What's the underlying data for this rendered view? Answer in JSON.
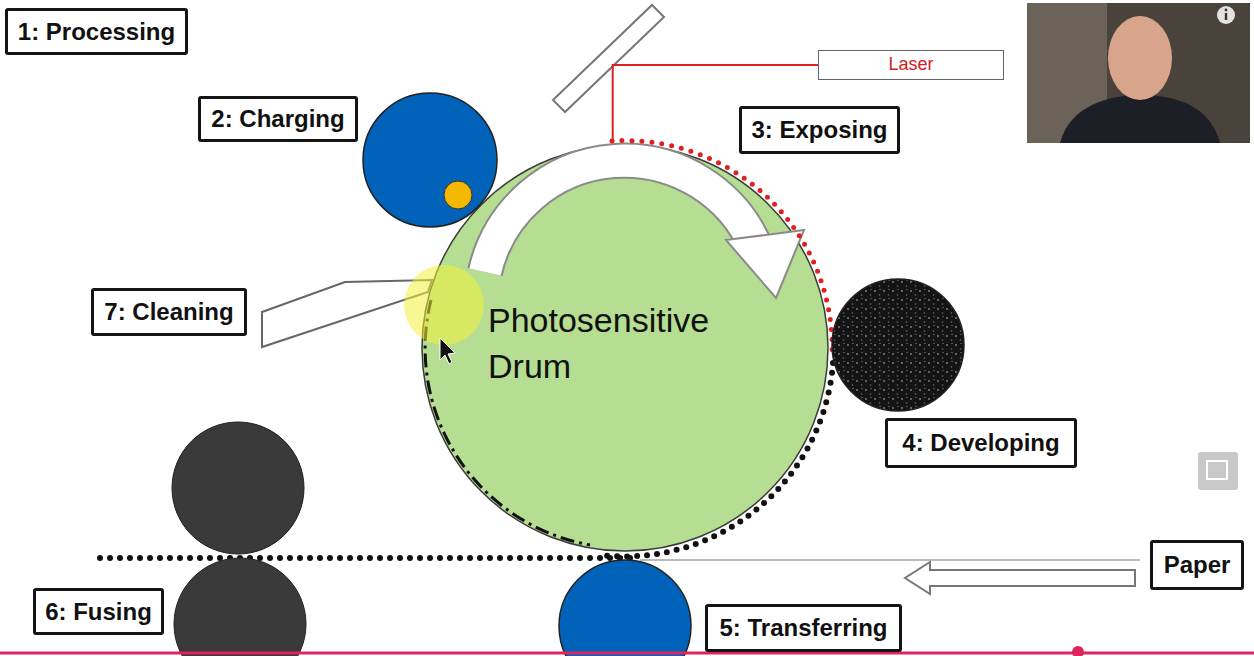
{
  "diagram": {
    "nodes": [
      {
        "text": [
          "1: Processing"
        ]
      },
      {
        "text": [
          "2: Charging"
        ]
      },
      {
        "text": [
          "Laser"
        ]
      },
      {
        "text": [
          "3: Exposing"
        ]
      },
      {
        "text": [
          "7: Cleaning"
        ]
      },
      {
        "text": [
          "Photosensitive Drum"
        ]
      },
      {
        "text": [
          "4: Developing"
        ]
      },
      {
        "text": [
          "Paper"
        ]
      },
      {
        "text": [
          "6: Fusing"
        ]
      },
      {
        "text": [
          "5: Transferring"
        ]
      }
    ],
    "edges": [
      {
        "from": 2,
        "to": 5,
        "arrow": "none"
      }
    ]
  }
}
